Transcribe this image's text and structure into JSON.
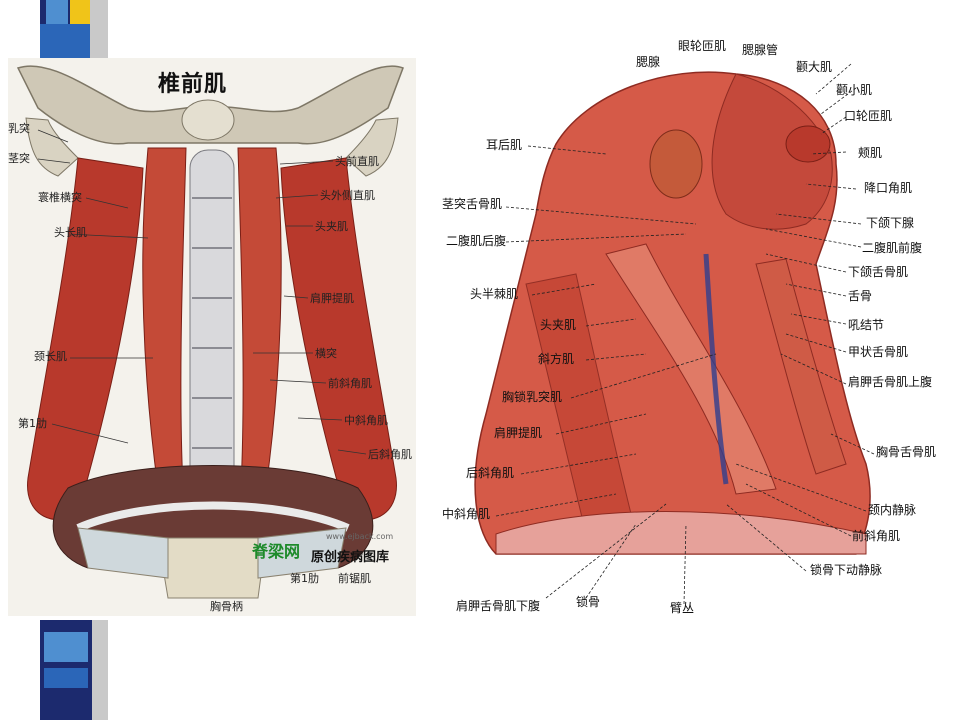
{
  "left_figure": {
    "title": "椎前肌",
    "labels": {
      "mastoid": "乳突",
      "styloid": "茎突",
      "atlas_transverse": "寰椎横突",
      "longus_capitis": "头长肌",
      "longus_colli": "颈长肌",
      "first_rib_left": "第1肋",
      "rectus_capitis_anterior": "头前直肌",
      "rectus_capitis_lateralis": "头外侧直肌",
      "splenius_capitis": "头夹肌",
      "levator_scapulae": "肩胛提肌",
      "transverse_process": "横突",
      "scalenus_anterior": "前斜角肌",
      "scalenus_medius": "中斜角肌",
      "scalenus_posterior": "后斜角肌",
      "first_rib_bottom": "第1肋",
      "serratus_anterior": "前锯肌",
      "manubrium": "胸骨柄"
    },
    "watermark": {
      "site": "脊梁网",
      "caption": "原创疾病图库",
      "url": "www.ejback.com"
    }
  },
  "right_figure": {
    "labels": {
      "parotid_gland": "腮腺",
      "orbicularis_oculi": "眼轮匝肌",
      "parotid_duct": "腮腺管",
      "zygomaticus_major": "颧大肌",
      "zygomaticus_minor": "颧小肌",
      "orbicularis_oris": "口轮匝肌",
      "buccinator": "颊肌",
      "depressor_anguli_oris": "降口角肌",
      "submandibular_gland": "下颌下腺",
      "digastric_anterior": "二腹肌前腹",
      "mylohyoid": "下颌舌骨肌",
      "hyoid": "舌骨",
      "laryngeal_prominence": "吼结节",
      "thyrohyoid": "甲状舌骨肌",
      "omohyoid_superior": "肩胛舌骨肌上腹",
      "sternohyoid": "胸骨舌骨肌",
      "internal_jugular": "颈内静脉",
      "scalenus_anterior": "前斜角肌",
      "subclavian_vessels": "锁骨下动静脉",
      "posterior_auricular": "耳后肌",
      "stylohyoid": "茎突舌骨肌",
      "digastric_posterior": "二腹肌后腹",
      "semispinalis_capitis": "头半棘肌",
      "splenius_capitis": "头夹肌",
      "trapezius": "斜方肌",
      "sternocleidomastoid": "胸锁乳突肌",
      "levator_scapulae": "肩胛提肌",
      "scalenus_posterior": "后斜角肌",
      "scalenus_medius": "中斜角肌",
      "omohyoid_inferior": "肩胛舌骨肌下腹",
      "clavicle": "锁骨",
      "brachial_plexus": "臂丛"
    }
  }
}
